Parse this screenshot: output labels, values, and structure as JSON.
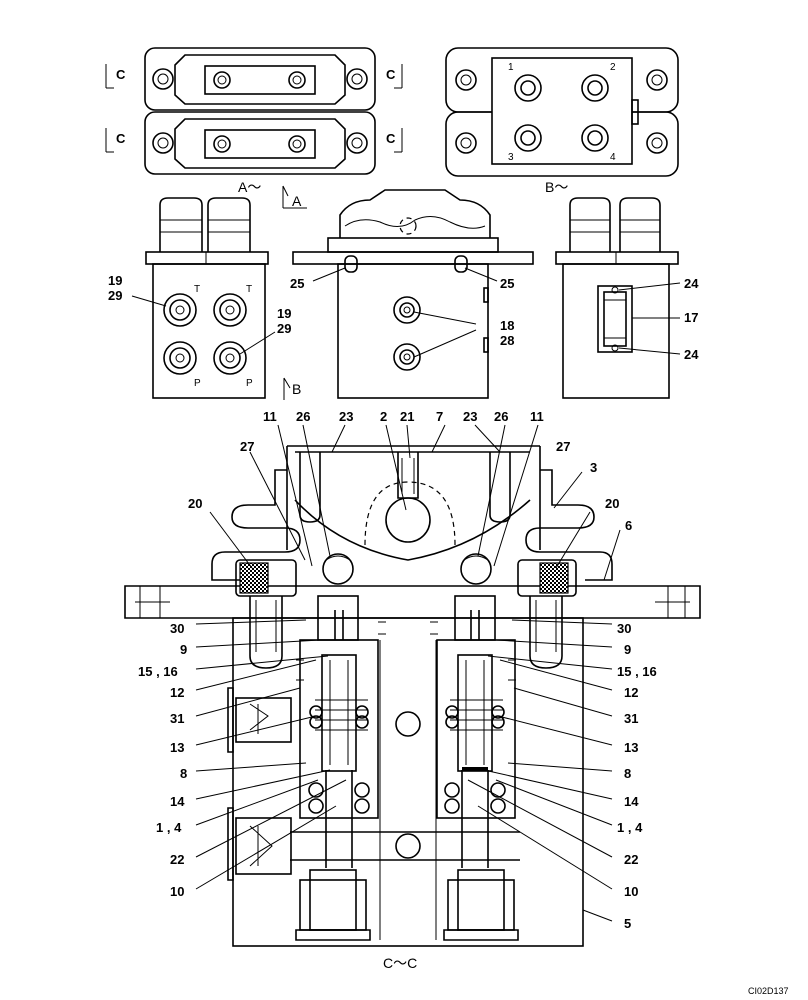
{
  "views": {
    "top_left": "A～",
    "top_right": "B～",
    "arrow_a": "A",
    "arrow_b": "B",
    "section": "C～C",
    "section_mark": "C"
  },
  "ports": {
    "p1": "1",
    "p2": "2",
    "p3": "3",
    "p4": "4",
    "t": "T",
    "p": "P"
  },
  "drawing_code": "CI02D137",
  "callouts": {
    "c19": "19",
    "c29": "29",
    "c25": "25",
    "c18": "18",
    "c28": "28",
    "c24": "24",
    "c17": "17",
    "c11": "11",
    "c26": "26",
    "c23": "23",
    "c2": "2",
    "c21": "21",
    "c7": "7",
    "c27": "27",
    "c3": "3",
    "c20": "20",
    "c6": "6",
    "c30": "30",
    "c9": "9",
    "c15_16": "15 , 16",
    "c12": "12",
    "c31": "31",
    "c13": "13",
    "c8": "8",
    "c14": "14",
    "c1_4": "1 , 4",
    "c22": "22",
    "c10": "10",
    "c5": "5"
  }
}
